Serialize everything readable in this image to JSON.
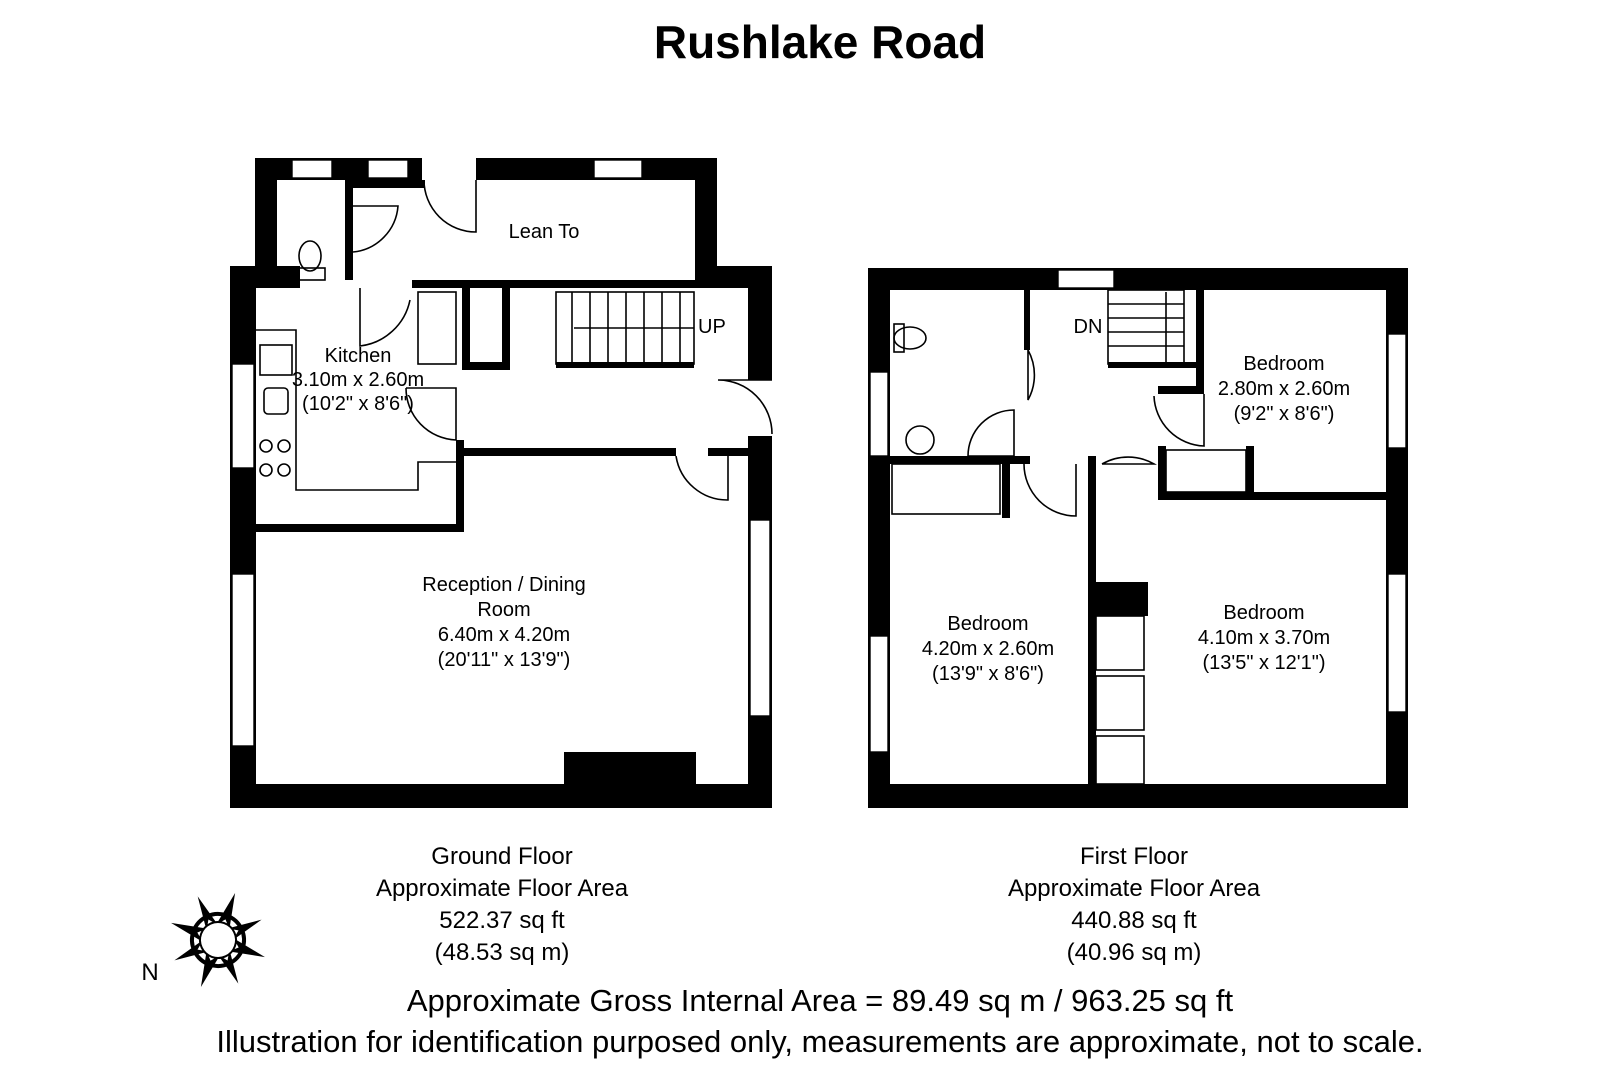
{
  "title": "Rushlake Road",
  "ground_floor": {
    "rooms": {
      "lean_to": {
        "name": "Lean To"
      },
      "kitchen": {
        "name": "Kitchen",
        "metric": "3.10m x 2.60m",
        "imperial": "(10'2\" x 8'6\")"
      },
      "reception": {
        "name_line1": "Reception / Dining",
        "name_line2": "Room",
        "metric": "6.40m x 4.20m",
        "imperial": "(20'11\" x 13'9\")"
      }
    },
    "stairs_label": "UP",
    "caption": {
      "name": "Ground Floor",
      "label": "Approximate Floor Area",
      "sqft": "522.37 sq ft",
      "sqm": "(48.53 sq m)"
    }
  },
  "first_floor": {
    "rooms": {
      "bedroom_small": {
        "name": "Bedroom",
        "metric": "2.80m x 2.60m",
        "imperial": "(9'2\" x 8'6\")"
      },
      "bedroom_left": {
        "name": "Bedroom",
        "metric": "4.20m x 2.60m",
        "imperial": "(13'9\" x 8'6\")"
      },
      "bedroom_right": {
        "name": "Bedroom",
        "metric": "4.10m x 3.70m",
        "imperial": "(13'5\" x 12'1\")"
      }
    },
    "stairs_label": "DN",
    "caption": {
      "name": "First Floor",
      "label": "Approximate Floor Area",
      "sqft": "440.88 sq ft",
      "sqm": "(40.96 sq m)"
    }
  },
  "compass": {
    "label": "N",
    "icon": "compass-rose-icon"
  },
  "footer": {
    "gross_area": "Approximate Gross Internal Area = 89.49 sq m / 963.25 sq ft",
    "disclaimer": "Illustration for identification purposed only, measurements are approximate, not to scale."
  }
}
